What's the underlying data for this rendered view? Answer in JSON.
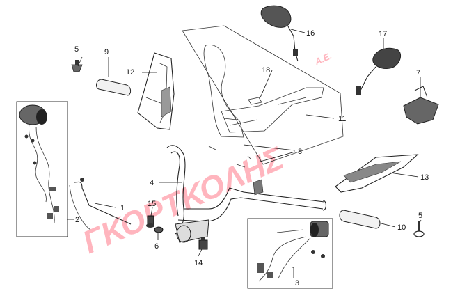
{
  "watermark": {
    "main": "ΓΚΟΡΤΚΟΛΗΣ",
    "suffix": "Α.Ε.",
    "color": "#ff7a8a"
  },
  "callouts": [
    "1",
    "2",
    "3",
    "4",
    "5",
    "5",
    "6",
    "7",
    "8",
    "9",
    "10",
    "11",
    "12",
    "13",
    "14",
    "15",
    "16",
    "17",
    "18"
  ],
  "colors": {
    "line": "#222222",
    "shade": "#555555",
    "frame": "#333333"
  }
}
